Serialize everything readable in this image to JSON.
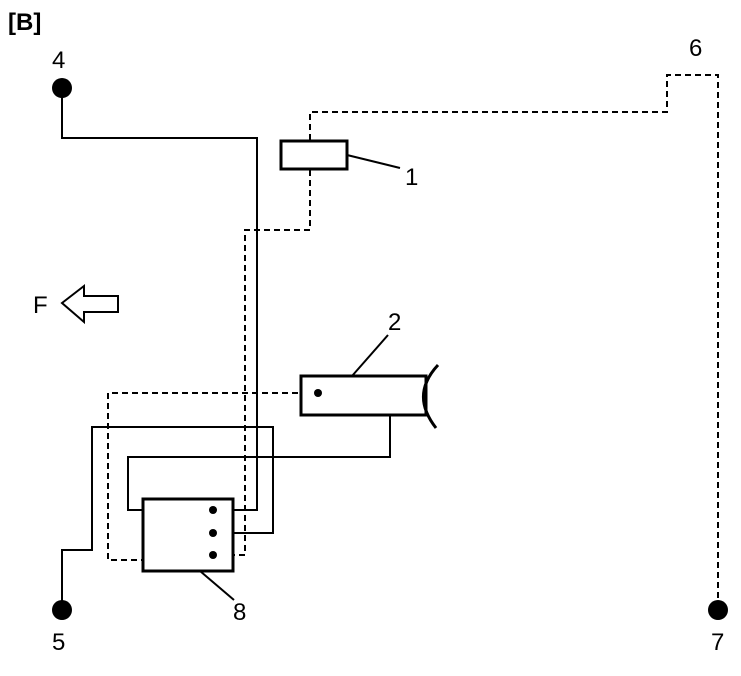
{
  "diagram": {
    "title": "[B]",
    "labels": {
      "l1": "1",
      "l2": "2",
      "l4": "4",
      "l5": "5",
      "l6": "6",
      "l7": "7",
      "l8": "8",
      "forward": "F"
    }
  }
}
